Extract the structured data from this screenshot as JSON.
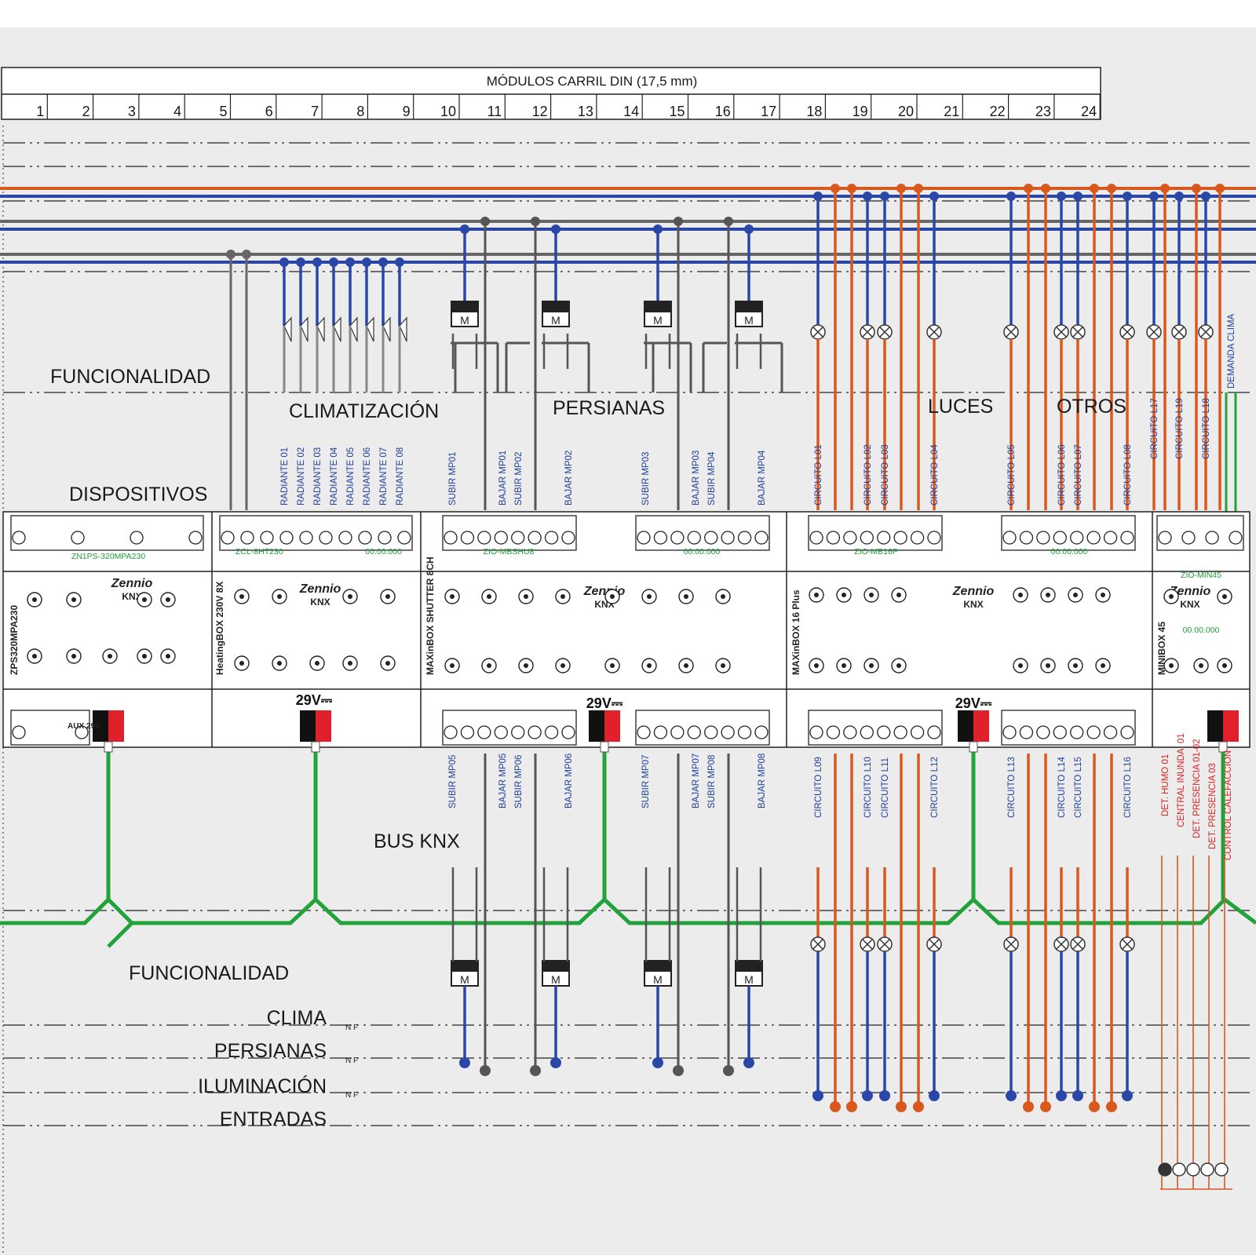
{
  "header": {
    "title": "MÓDULOS CARRIL DIN (17,5 mm)",
    "modules": [
      "1",
      "2",
      "3",
      "4",
      "5",
      "6",
      "7",
      "8",
      "9",
      "10",
      "11",
      "12",
      "13",
      "14",
      "15",
      "16",
      "17",
      "18",
      "19",
      "20",
      "21",
      "22",
      "23",
      "24"
    ]
  },
  "colors": {
    "phase": "#d9581e",
    "neutral": "#2a47a8",
    "grey": "#666666",
    "bus": "#22a33a",
    "signal_red": "#d22222"
  },
  "sections": {
    "funcionalidad_top": "FUNCIONALIDAD",
    "dispositivos": "DISPOSITIVOS",
    "climatizacion": "CLIMATIZACIÓN",
    "persianas": "PERSIANAS",
    "luces": "LUCES",
    "otros": "OTROS",
    "bus_knx": "BUS KNX",
    "funcionalidad_bottom": "FUNCIONALIDAD"
  },
  "legend": {
    "rows": [
      "CLIMA",
      "PERSIANAS",
      "ILUMINACIÓN",
      "ENTRADAS"
    ],
    "nf": "N F"
  },
  "labels": {
    "radiantes": [
      "RADIANTE 01",
      "RADIANTE 02",
      "RADIANTE 03",
      "RADIANTE 04",
      "RADIANTE 05",
      "RADIANTE 06",
      "RADIANTE 07",
      "RADIANTE 08"
    ],
    "persianas_top": [
      "SUBIR MP01",
      "BAJAR MP01",
      "SUBIR MP02",
      "BAJAR MP02",
      "SUBIR MP03",
      "BAJAR MP03",
      "SUBIR MP04",
      "BAJAR MP04"
    ],
    "persianas_bottom": [
      "SUBIR MP05",
      "BAJAR MP05",
      "SUBIR MP06",
      "BAJAR MP06",
      "SUBIR MP07",
      "BAJAR MP07",
      "SUBIR MP08",
      "BAJAR MP08"
    ],
    "circuitos_top": [
      "CIRCUITO L01",
      "CIRCUITO L02",
      "CIRCUITO L03",
      "CIRCUITO L04",
      "CIRCUITO L05",
      "CIRCUITO L06",
      "CIRCUITO L07",
      "CIRCUITO L08"
    ],
    "circuitos_otros": [
      "CIRCUITO L17",
      "CIRCUITO L19",
      "CIRCUITO L18"
    ],
    "demanda": "DEMANDA CLIMA",
    "circuitos_bottom": [
      "CIRCUITO L09",
      "CIRCUITO L10",
      "CIRCUITO L11",
      "CIRCUITO L12",
      "CIRCUITO L13",
      "CIRCUITO L14",
      "CIRCUITO L15",
      "CIRCUITO L16"
    ],
    "entradas": [
      "DET. HUMO 01",
      "CENTRAL INUNDA. 01",
      "DET. PRESENCIA 01-02",
      "DET. PRESENCIA 03",
      "CONTROL CALEFACCIÓN"
    ]
  },
  "devices": [
    {
      "model": "ZN1PS-320MPA230",
      "side_label": "ZPS320MPA230",
      "aux": "AUX 29V"
    },
    {
      "model": "ZCL-8HT230",
      "side_label": "HeatingBOX 230V 8X",
      "addr": "00.00.000"
    },
    {
      "model": "ZIO-MBSHU8",
      "side_label": "MAXinBOX SHUTTER 8CH",
      "addr": "00.00.000"
    },
    {
      "model": "ZIO-MB16P",
      "side_label": "MAXinBOX 16 Plus",
      "addr": "00.00.000"
    },
    {
      "model": "ZIO-MIN45",
      "side_label": "MINIBOX 45",
      "addr": "00.00.000"
    }
  ],
  "bus_voltage": "29V",
  "brand": {
    "name": "Zennio",
    "sub": "KNX"
  }
}
